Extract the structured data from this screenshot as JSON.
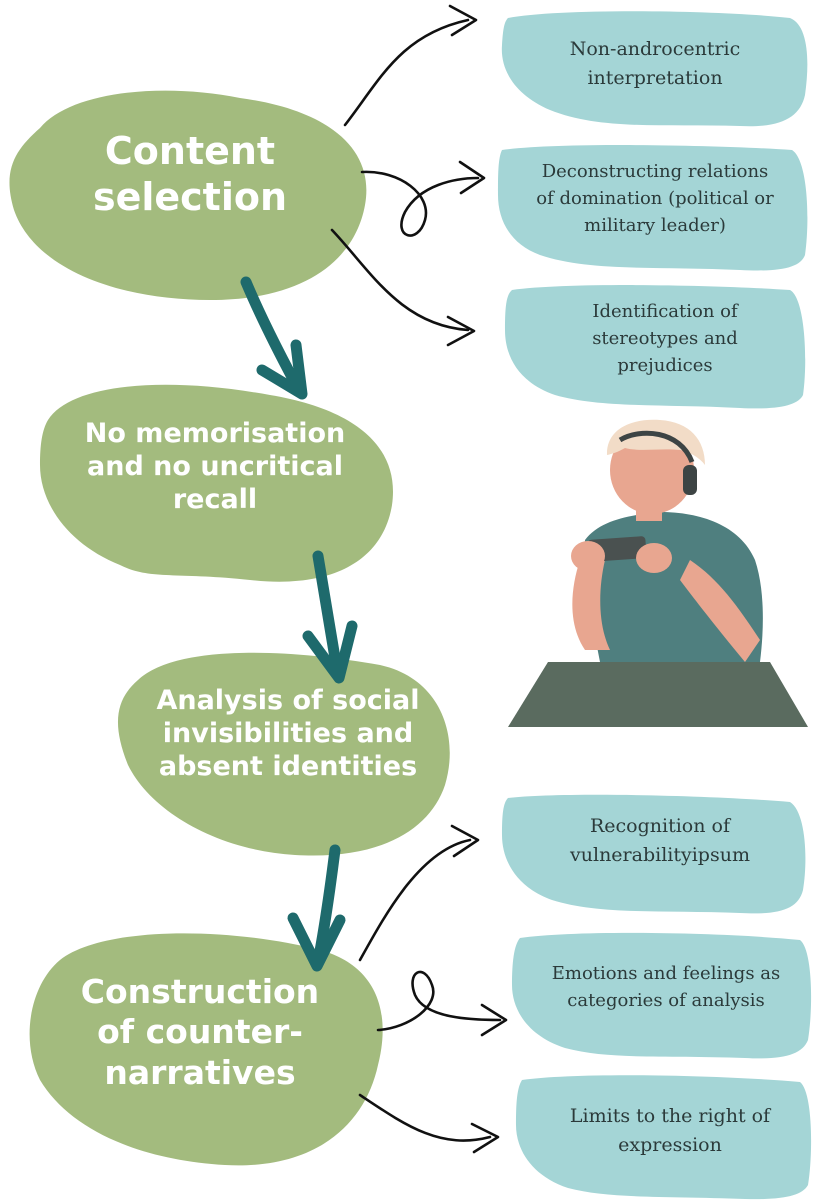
{
  "colors": {
    "green_blob": "#a3bb7e",
    "blue_blob": "#a4d5d6",
    "teal_arrow": "#1e6a6c",
    "black_arrow": "#111111",
    "skin": "#e8a690",
    "hair": "#f2dcc7",
    "shirt": "#4f7f7f",
    "table": "#5a6b5f"
  },
  "steps": [
    {
      "label": "Content\nselection"
    },
    {
      "label": "No memorisation\nand no uncritical\nrecall"
    },
    {
      "label": "Analysis of social\ninvisibilities and\nabsent identities"
    },
    {
      "label": "Construction\nof counter-\nnarratives"
    }
  ],
  "content_selection_outcomes": [
    {
      "label": "Non-androcentric\ninterpretation"
    },
    {
      "label": "Deconstructing relations\nof domination (political or\nmilitary leader)"
    },
    {
      "label": "Identification of\nstereotypes and\nprejudices"
    }
  ],
  "counter_narrative_outcomes": [
    {
      "label": "Recognition of\nvulnerabilityipsum"
    },
    {
      "label": "Emotions and feelings as\ncategories of analysis"
    },
    {
      "label": "Limits to the right of\nexpression"
    }
  ],
  "illustration": {
    "icon": "person-with-headphones-using-phone"
  }
}
